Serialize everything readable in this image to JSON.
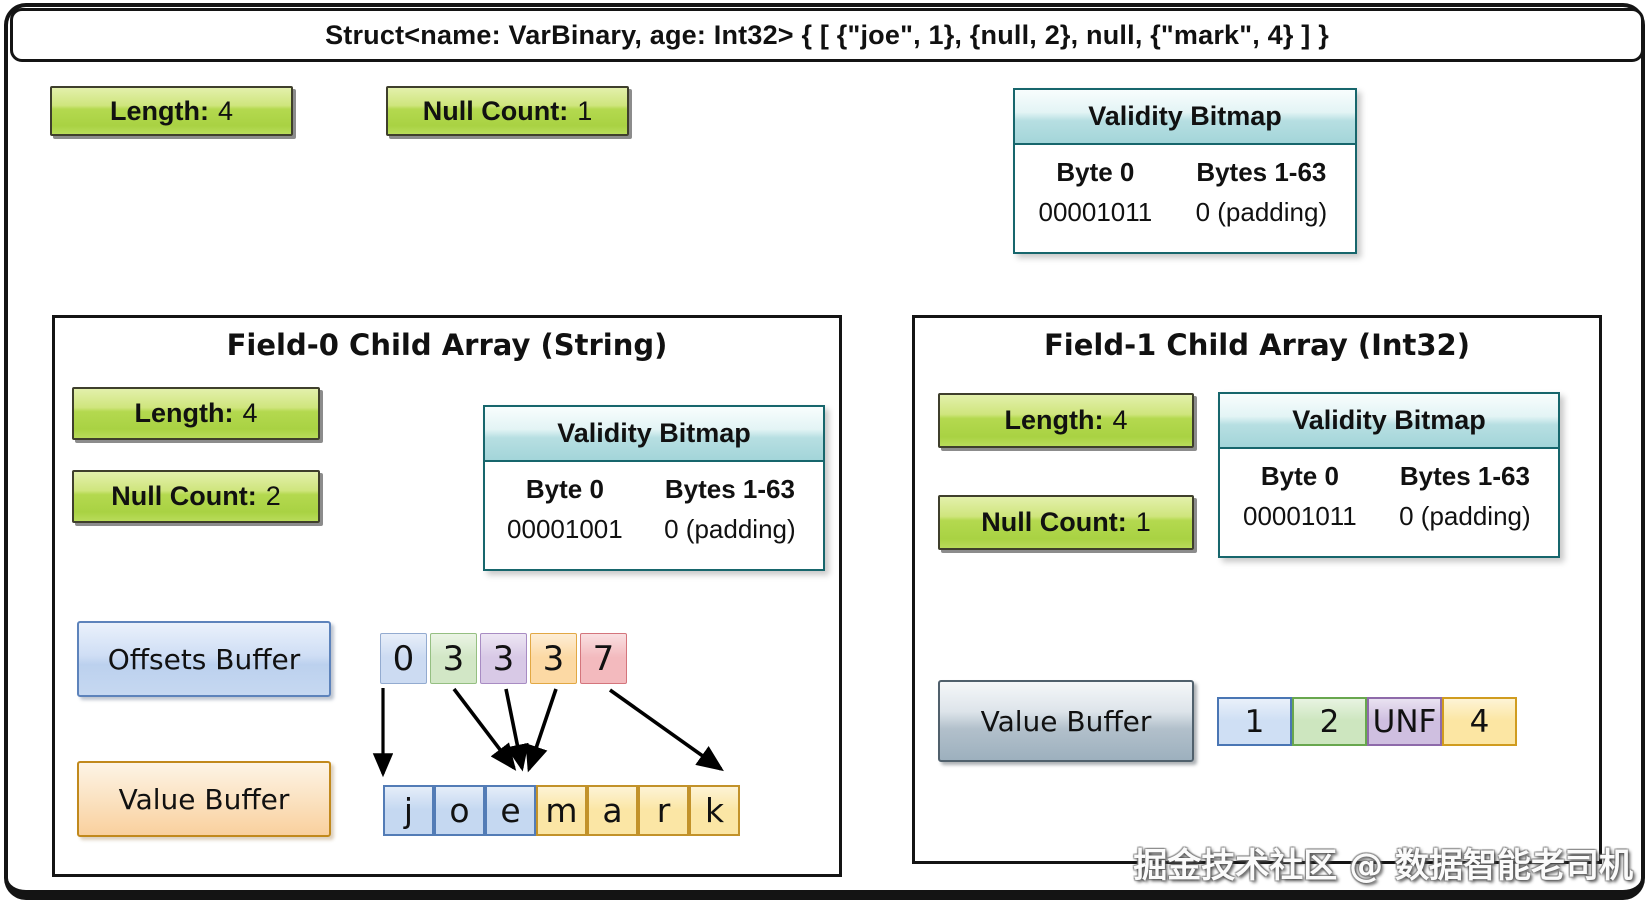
{
  "title": "Struct<name: VarBinary, age: Int32> { [ {\"joe\", 1}, {null, 2}, null, {\"mark\", 4} ] }",
  "root": {
    "length_label": "Length:",
    "length_value": "4",
    "null_count_label": "Null Count:",
    "null_count_value": "1",
    "validity": {
      "title": "Validity Bitmap",
      "col1": "Byte 0",
      "col2": "Bytes 1-63",
      "val1": "00001011",
      "val2": "0 (padding)"
    }
  },
  "field0": {
    "title": "Field-0 Child Array (String)",
    "length_label": "Length:",
    "length_value": "4",
    "null_count_label": "Null Count:",
    "null_count_value": "2",
    "validity": {
      "title": "Validity Bitmap",
      "col1": "Byte 0",
      "col2": "Bytes 1-63",
      "val1": "00001001",
      "val2": "0 (padding)"
    },
    "offsets_label": "Offsets Buffer",
    "offsets": [
      {
        "value": "0",
        "color": "blue"
      },
      {
        "value": "3",
        "color": "green"
      },
      {
        "value": "3",
        "color": "purple"
      },
      {
        "value": "3",
        "color": "orange"
      },
      {
        "value": "7",
        "color": "red"
      }
    ],
    "values_label": "Value Buffer",
    "values": [
      {
        "value": "j",
        "color": "blue"
      },
      {
        "value": "o",
        "color": "blue"
      },
      {
        "value": "e",
        "color": "blue"
      },
      {
        "value": "m",
        "color": "yellow"
      },
      {
        "value": "a",
        "color": "yellow"
      },
      {
        "value": "r",
        "color": "yellow"
      },
      {
        "value": "k",
        "color": "yellow"
      }
    ]
  },
  "field1": {
    "title": "Field-1 Child Array (Int32)",
    "length_label": "Length:",
    "length_value": "4",
    "null_count_label": "Null Count:",
    "null_count_value": "1",
    "validity": {
      "title": "Validity Bitmap",
      "col1": "Byte 0",
      "col2": "Bytes 1-63",
      "val1": "00001011",
      "val2": "0 (padding)"
    },
    "values_label": "Value Buffer",
    "values": [
      {
        "value": "1",
        "color": "blue"
      },
      {
        "value": "2",
        "color": "green"
      },
      {
        "value": "UNF",
        "color": "purple"
      },
      {
        "value": "4",
        "color": "yellow"
      }
    ]
  },
  "watermark": "掘金技术社区 @ 数据智能老司机",
  "colors": {
    "green_button": "#aed545",
    "teal_header": "#a3d5d9",
    "cell_blue": "#ccdbf2",
    "cell_green": "#d2e7c6",
    "cell_purple": "#d8c9e6",
    "cell_orange": "#fcd9a4",
    "cell_red": "#f3babe",
    "cell_yellow": "#fbe6a5",
    "arrow": "#000000"
  }
}
